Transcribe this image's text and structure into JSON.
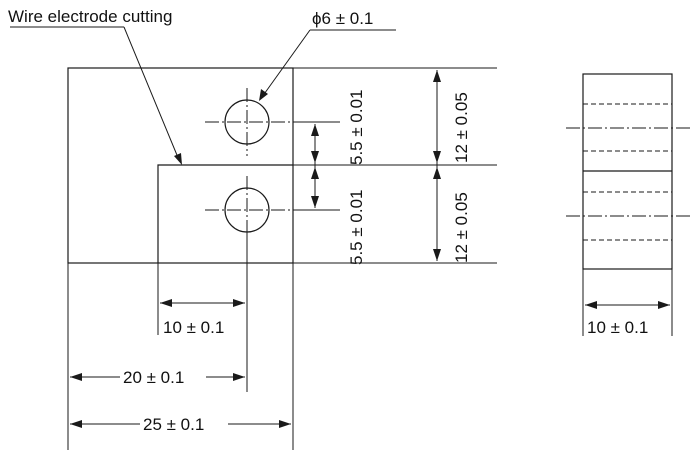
{
  "labels": {
    "process_note": "Wire electrode cutting",
    "hole_diameter": "ϕ6 ± 0.1",
    "dim_hole_offset_x": "10 ± 0.1",
    "dim_hole_x": "20 ± 0.1",
    "dim_overall_width": "25 ± 0.1",
    "dim_upper_gap": "5.5 ± 0.01",
    "dim_lower_gap": "5.5 ± 0.01",
    "dim_upper_height": "12 ± 0.05",
    "dim_lower_height": "12 ± 0.05",
    "dim_side_width": "10 ± 0.1"
  }
}
